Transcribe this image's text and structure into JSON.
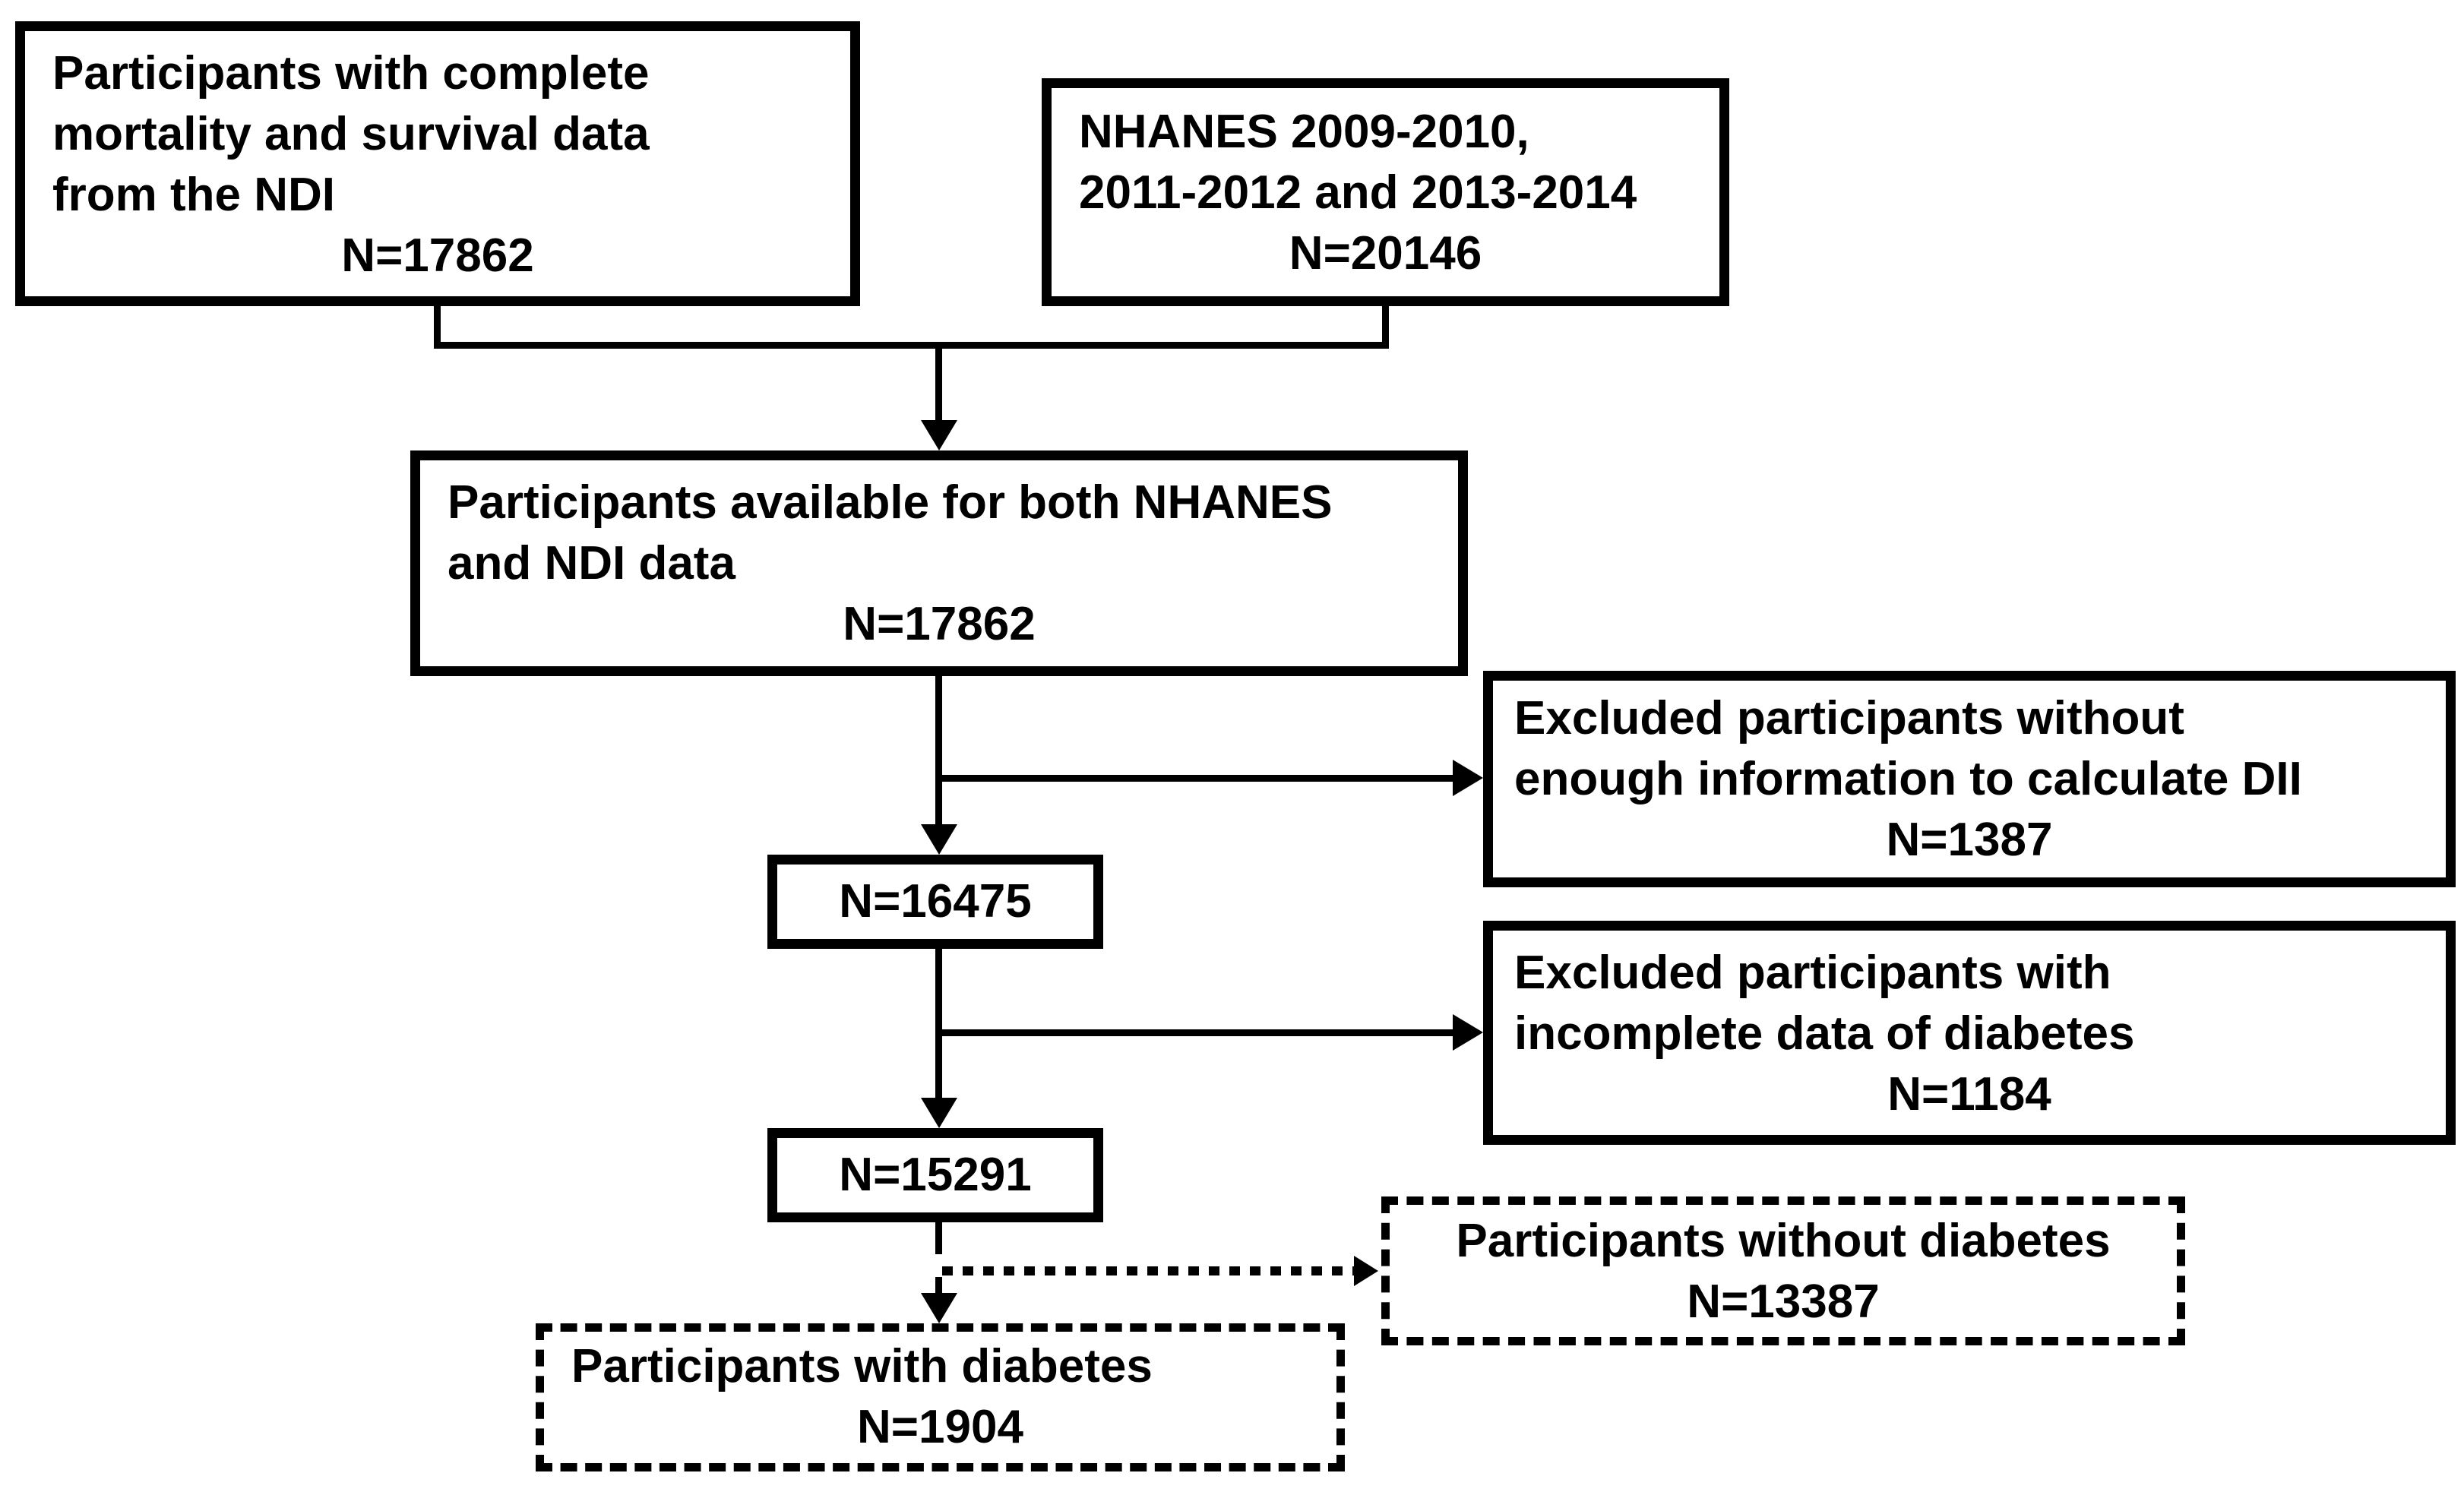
{
  "figure": {
    "type": "participant-flow-diagram",
    "background_color": "#ffffff",
    "ink_color": "#000000"
  },
  "boxes": {
    "ndi_mortality": {
      "lines": [
        "Participants with complete",
        "mortality and survival data",
        "from the NDI"
      ],
      "n": "N=17862",
      "border": "solid"
    },
    "nhanes_cycles": {
      "lines": [
        "NHANES 2009-2010,",
        "2011-2012 and 2013-2014"
      ],
      "n": "N=20146",
      "border": "solid"
    },
    "merged": {
      "lines": [
        "Participants available for both NHANES",
        "and NDI data"
      ],
      "n": "N=17862",
      "border": "solid"
    },
    "excluded_dii": {
      "lines": [
        "Excluded participants without",
        "enough information to calculate DII"
      ],
      "n": "N=1387",
      "border": "solid"
    },
    "after_dii": {
      "n": "N=16475",
      "border": "solid"
    },
    "excluded_diabetes": {
      "lines": [
        "Excluded participants with",
        "incomplete data of diabetes"
      ],
      "n": "N=1184",
      "border": "solid"
    },
    "after_diabetes": {
      "n": "N=15291",
      "border": "solid"
    },
    "without_diabetes": {
      "lines": [
        "Participants without diabetes"
      ],
      "n": "N=13387",
      "border": "dotted"
    },
    "with_diabetes": {
      "lines": [
        "Participants with diabetes"
      ],
      "n": "N=1904",
      "border": "dotted"
    }
  }
}
